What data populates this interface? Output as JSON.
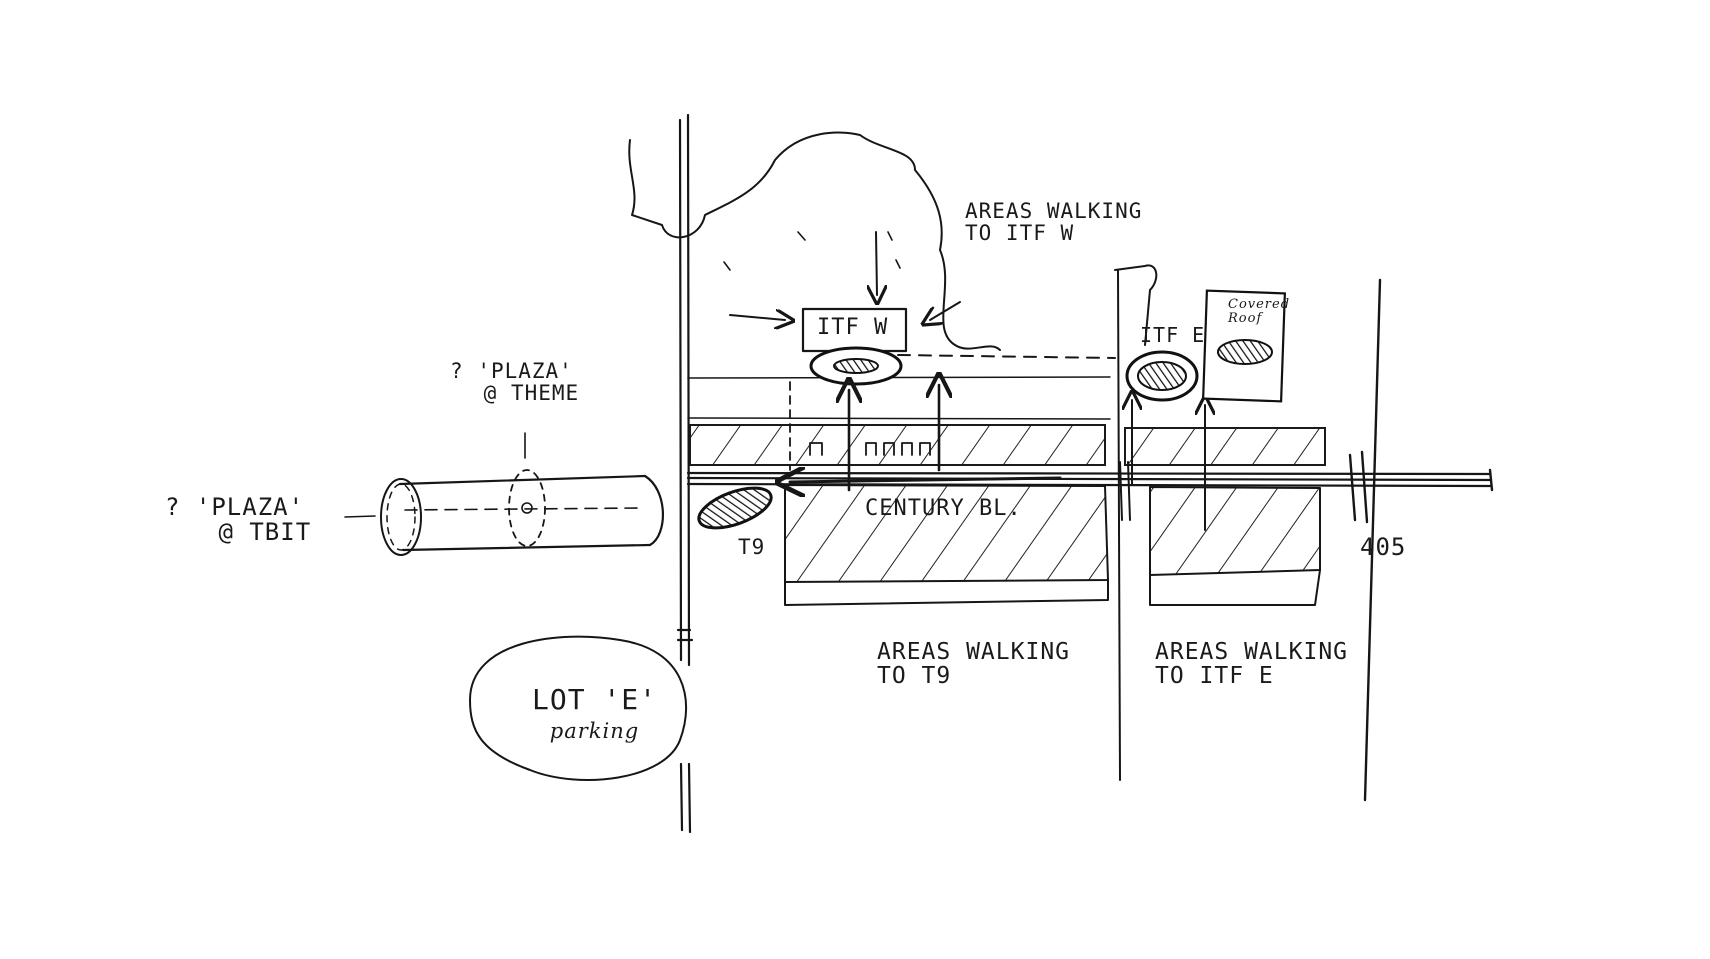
{
  "labels": {
    "plaza_theme": {
      "prefix": "?",
      "line1": "'PLAZA'",
      "line2": "@ THEME"
    },
    "plaza_tbit": {
      "prefix": "?",
      "line1": "'PLAZA'",
      "line2": "@ TBIT"
    },
    "areas_walking_itf_w": {
      "line1": "AREAS WALKING",
      "line2": "TO ITF W"
    },
    "itf_w": "ITF W",
    "itf_e": "ITF E",
    "covered_roof": {
      "line1": "Covered",
      "line2": "Roof"
    },
    "century_blvd": "CENTURY BL.",
    "t9": "T9",
    "i405": "405",
    "lot_e": {
      "line1": "LOT 'E'",
      "line2": "parking"
    },
    "areas_walking_t9": {
      "line1": "AREAS WALKING",
      "line2": "TO T9"
    },
    "areas_walking_itf_e": {
      "line1": "AREAS WALKING",
      "line2": "TO ITF E"
    }
  },
  "colors": {
    "ink": "#161616",
    "paper": "#ffffff"
  }
}
